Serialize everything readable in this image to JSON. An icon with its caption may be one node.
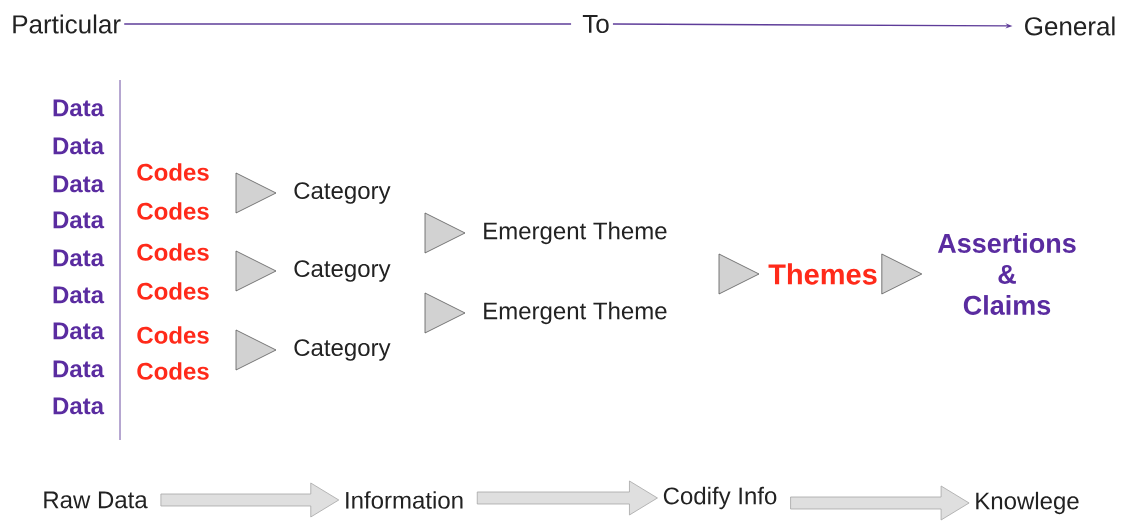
{
  "diagram": {
    "nodes": [
      {
        "text": [
          "Particular"
        ]
      },
      {
        "text": [
          "To"
        ]
      },
      {
        "text": [
          "General"
        ]
      },
      {
        "text": [
          "Codes"
        ]
      },
      {
        "text": [
          "Codes"
        ]
      },
      {
        "text": [
          "Codes"
        ]
      },
      {
        "text": [
          "Codes"
        ]
      },
      {
        "text": [
          "Codes"
        ]
      },
      {
        "text": [
          "Codes"
        ]
      },
      {
        "text": [
          "Category"
        ]
      },
      {
        "text": [
          "Category"
        ]
      },
      {
        "text": [
          "Category"
        ]
      },
      {
        "text": [
          "Emergent Theme"
        ]
      },
      {
        "text": [
          "Emergent Theme"
        ]
      },
      {
        "text": [
          "Themes"
        ]
      },
      {
        "text": [
          "Assertions & Claims"
        ]
      },
      {
        "text": [
          "Raw Data"
        ]
      },
      {
        "text": [
          "Information"
        ]
      },
      {
        "text": [
          "Codify Info"
        ]
      },
      {
        "text": [
          "Knowlege"
        ]
      }
    ],
    "edges": [
      {
        "from": 0,
        "to": 1,
        "arrow": "none"
      },
      {
        "from": 1,
        "to": 2,
        "arrow": "to"
      },
      {
        "from": 3,
        "to": 9,
        "arrow": "to"
      },
      {
        "from": 4,
        "to": 9,
        "arrow": "to"
      },
      {
        "from": 5,
        "to": 10,
        "arrow": "to"
      },
      {
        "from": 6,
        "to": 10,
        "arrow": "to"
      },
      {
        "from": 7,
        "to": 11,
        "arrow": "to"
      },
      {
        "from": 8,
        "to": 11,
        "arrow": "to"
      },
      {
        "from": 9,
        "to": 12,
        "arrow": "to"
      },
      {
        "from": 10,
        "to": 12,
        "arrow": "to"
      },
      {
        "from": 10,
        "to": 13,
        "arrow": "to"
      },
      {
        "from": 11,
        "to": 13,
        "arrow": "to"
      },
      {
        "from": 12,
        "to": 14,
        "arrow": "to"
      },
      {
        "from": 13,
        "to": 14,
        "arrow": "to"
      },
      {
        "from": 14,
        "to": 15,
        "arrow": "to"
      },
      {
        "from": 16,
        "to": 17,
        "arrow": "to"
      },
      {
        "from": 17,
        "to": 18,
        "arrow": "to"
      },
      {
        "from": 18,
        "to": 19,
        "arrow": "to"
      }
    ],
    "labels": [
      "Data",
      "Data",
      "Data",
      "Data",
      "Data",
      "Data",
      "Data",
      "Data",
      "Data"
    ]
  }
}
